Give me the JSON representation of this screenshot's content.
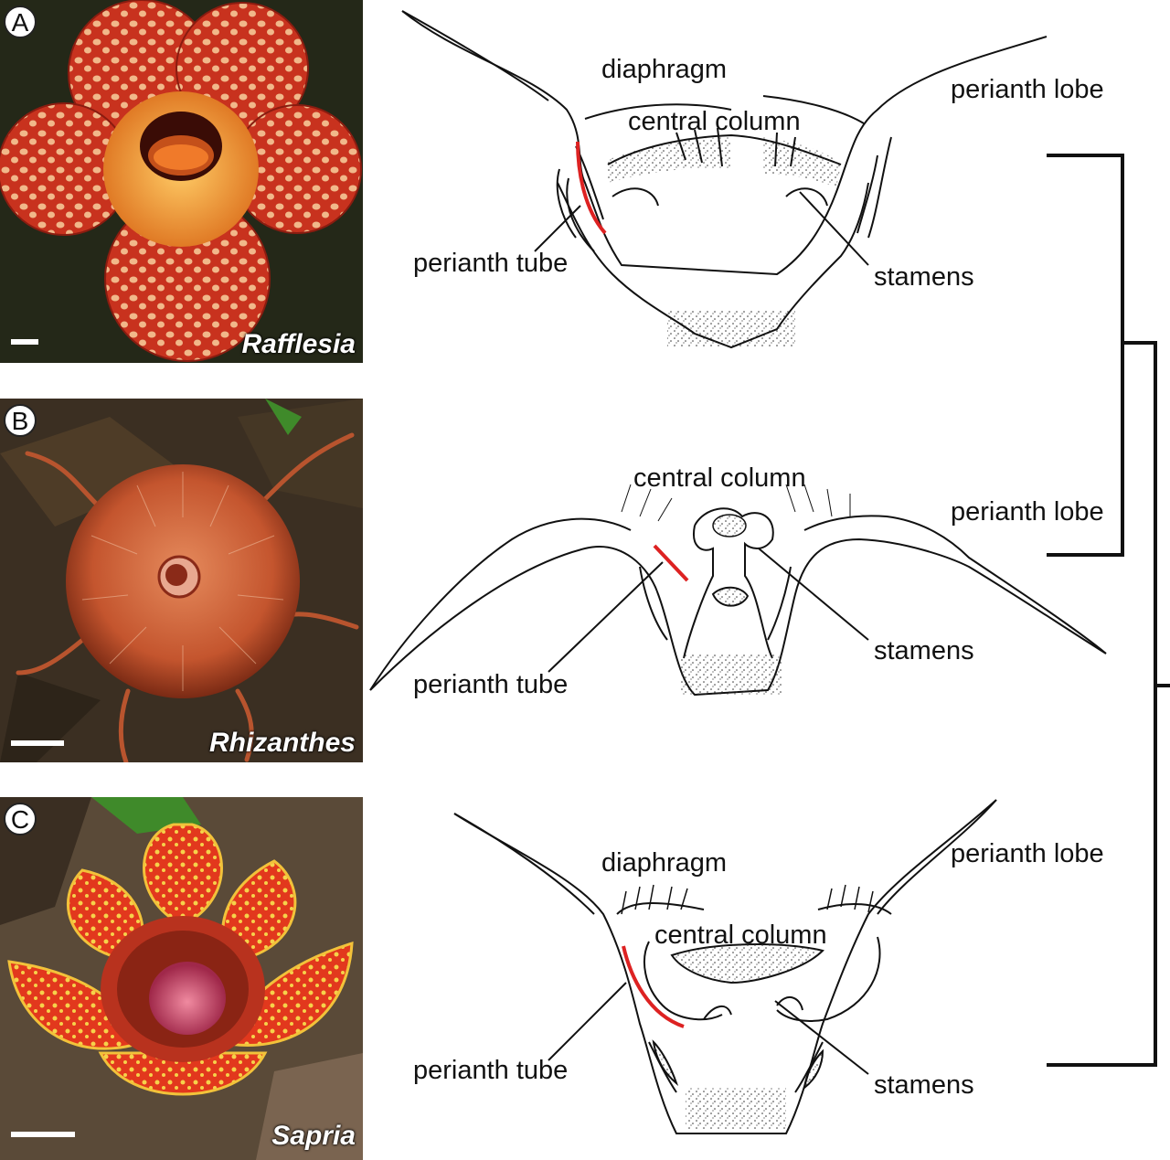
{
  "panels": [
    {
      "letter": "A",
      "genus": "Rafflesia",
      "photo_colors": {
        "petal": "#c8321e",
        "spot": "#f1b88a",
        "disk": "#f39a3a"
      }
    },
    {
      "letter": "B",
      "genus": "Rhizanthes",
      "photo_colors": {
        "petal": "#c4552e",
        "spot": "#e6a383",
        "disk": "#8a2a18"
      }
    },
    {
      "letter": "C",
      "genus": "Sapria",
      "photo_colors": {
        "petal": "#e2381d",
        "spot": "#f6d24a",
        "disk": "#c7436b"
      }
    }
  ],
  "diagrams": [
    {
      "diaphragm": "diaphragm",
      "central_column": "central column",
      "perianth_lobe": "perianth lobe",
      "perianth_tube": "perianth tube",
      "stamens": "stamens"
    },
    {
      "central_column": "central column",
      "perianth_lobe": "perianth lobe",
      "perianth_tube": "perianth tube",
      "stamens": "stamens"
    },
    {
      "diaphragm": "diaphragm",
      "central_column": "central column",
      "perianth_lobe": "perianth lobe",
      "perianth_tube": "perianth tube",
      "stamens": "stamens"
    }
  ],
  "colors": {
    "highlight": "#dd2222",
    "line": "#111111"
  }
}
